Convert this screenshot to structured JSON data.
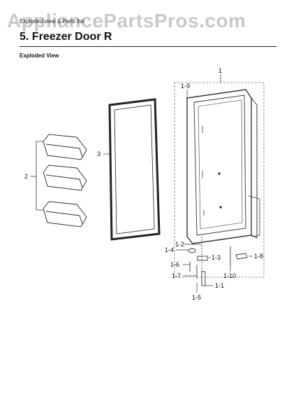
{
  "watermark": "AppliancePartsPros.com",
  "header": {
    "section_small": "Exploded view & Parts list",
    "title": "5.  Freezer Door R",
    "subtitle": "Exploded View"
  },
  "labels": [
    "1",
    "1-9",
    "2",
    "3",
    "1-2",
    "1-4",
    "1-3",
    "1-8",
    "1-6",
    "1-7",
    "1-10",
    "1-1",
    "1-5"
  ]
}
